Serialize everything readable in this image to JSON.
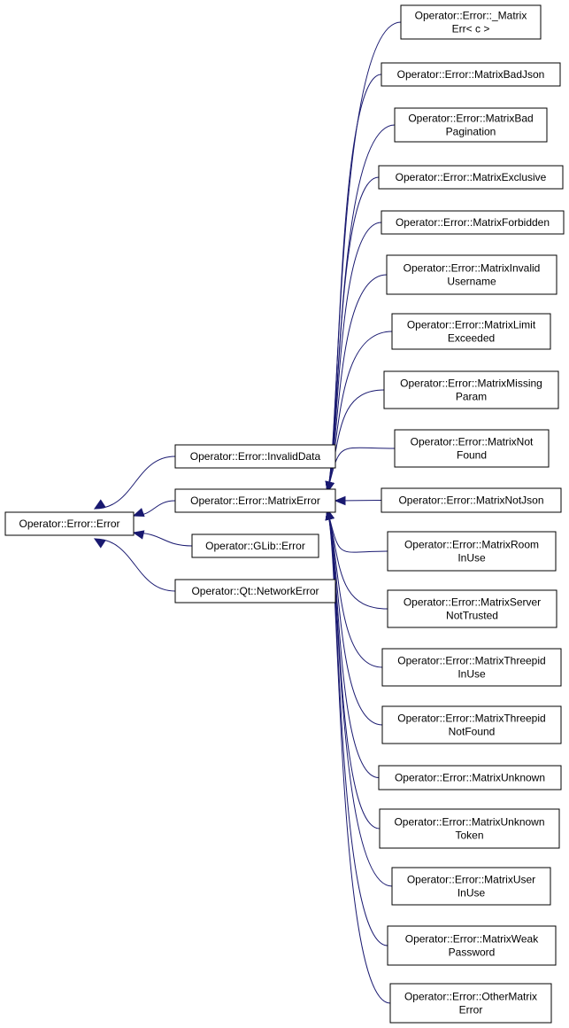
{
  "diagram": {
    "edge_color": "#191970",
    "node_border_color": "#000000",
    "nodes": [
      {
        "id": "error",
        "lines": [
          "Operator::Error::Error"
        ]
      },
      {
        "id": "invaliddata",
        "lines": [
          "Operator::Error::InvalidData"
        ]
      },
      {
        "id": "matrixerror",
        "lines": [
          "Operator::Error::MatrixError"
        ]
      },
      {
        "id": "glib",
        "lines": [
          "Operator::GLib::Error"
        ]
      },
      {
        "id": "qtnet",
        "lines": [
          "Operator::Qt::NetworkError"
        ]
      },
      {
        "id": "m_matrixerr",
        "lines": [
          "Operator::Error::_Matrix",
          "Err< c >"
        ]
      },
      {
        "id": "m_badjson",
        "lines": [
          "Operator::Error::MatrixBadJson"
        ]
      },
      {
        "id": "m_badpagination",
        "lines": [
          "Operator::Error::MatrixBad",
          "Pagination"
        ]
      },
      {
        "id": "m_exclusive",
        "lines": [
          "Operator::Error::MatrixExclusive"
        ]
      },
      {
        "id": "m_forbidden",
        "lines": [
          "Operator::Error::MatrixForbidden"
        ]
      },
      {
        "id": "m_invalidusername",
        "lines": [
          "Operator::Error::MatrixInvalid",
          "Username"
        ]
      },
      {
        "id": "m_limitexceeded",
        "lines": [
          "Operator::Error::MatrixLimit",
          "Exceeded"
        ]
      },
      {
        "id": "m_missingparam",
        "lines": [
          "Operator::Error::MatrixMissing",
          "Param"
        ]
      },
      {
        "id": "m_notfound",
        "lines": [
          "Operator::Error::MatrixNot",
          "Found"
        ]
      },
      {
        "id": "m_notjson",
        "lines": [
          "Operator::Error::MatrixNotJson"
        ]
      },
      {
        "id": "m_roominuse",
        "lines": [
          "Operator::Error::MatrixRoom",
          "InUse"
        ]
      },
      {
        "id": "m_servernottrusted",
        "lines": [
          "Operator::Error::MatrixServer",
          "NotTrusted"
        ]
      },
      {
        "id": "m_threepidinuse",
        "lines": [
          "Operator::Error::MatrixThreepid",
          "InUse"
        ]
      },
      {
        "id": "m_threepidnotfound",
        "lines": [
          "Operator::Error::MatrixThreepid",
          "NotFound"
        ]
      },
      {
        "id": "m_unknown",
        "lines": [
          "Operator::Error::MatrixUnknown"
        ]
      },
      {
        "id": "m_unknowntoken",
        "lines": [
          "Operator::Error::MatrixUnknown",
          "Token"
        ]
      },
      {
        "id": "m_userinuse",
        "lines": [
          "Operator::Error::MatrixUser",
          "InUse"
        ]
      },
      {
        "id": "m_weakpassword",
        "lines": [
          "Operator::Error::MatrixWeak",
          "Password"
        ]
      },
      {
        "id": "m_othermatrixerror",
        "lines": [
          "Operator::Error::OtherMatrix",
          "Error"
        ]
      }
    ],
    "edges": [
      {
        "from": "invaliddata",
        "to": "error"
      },
      {
        "from": "matrixerror",
        "to": "error"
      },
      {
        "from": "glib",
        "to": "error"
      },
      {
        "from": "qtnet",
        "to": "error"
      },
      {
        "from": "m_matrixerr",
        "to": "matrixerror"
      },
      {
        "from": "m_badjson",
        "to": "matrixerror"
      },
      {
        "from": "m_badpagination",
        "to": "matrixerror"
      },
      {
        "from": "m_exclusive",
        "to": "matrixerror"
      },
      {
        "from": "m_forbidden",
        "to": "matrixerror"
      },
      {
        "from": "m_invalidusername",
        "to": "matrixerror"
      },
      {
        "from": "m_limitexceeded",
        "to": "matrixerror"
      },
      {
        "from": "m_missingparam",
        "to": "matrixerror"
      },
      {
        "from": "m_notfound",
        "to": "matrixerror"
      },
      {
        "from": "m_notjson",
        "to": "matrixerror"
      },
      {
        "from": "m_roominuse",
        "to": "matrixerror"
      },
      {
        "from": "m_servernottrusted",
        "to": "matrixerror"
      },
      {
        "from": "m_threepidinuse",
        "to": "matrixerror"
      },
      {
        "from": "m_threepidnotfound",
        "to": "matrixerror"
      },
      {
        "from": "m_unknown",
        "to": "matrixerror"
      },
      {
        "from": "m_unknowntoken",
        "to": "matrixerror"
      },
      {
        "from": "m_userinuse",
        "to": "matrixerror"
      },
      {
        "from": "m_weakpassword",
        "to": "matrixerror"
      },
      {
        "from": "m_othermatrixerror",
        "to": "matrixerror"
      }
    ]
  }
}
